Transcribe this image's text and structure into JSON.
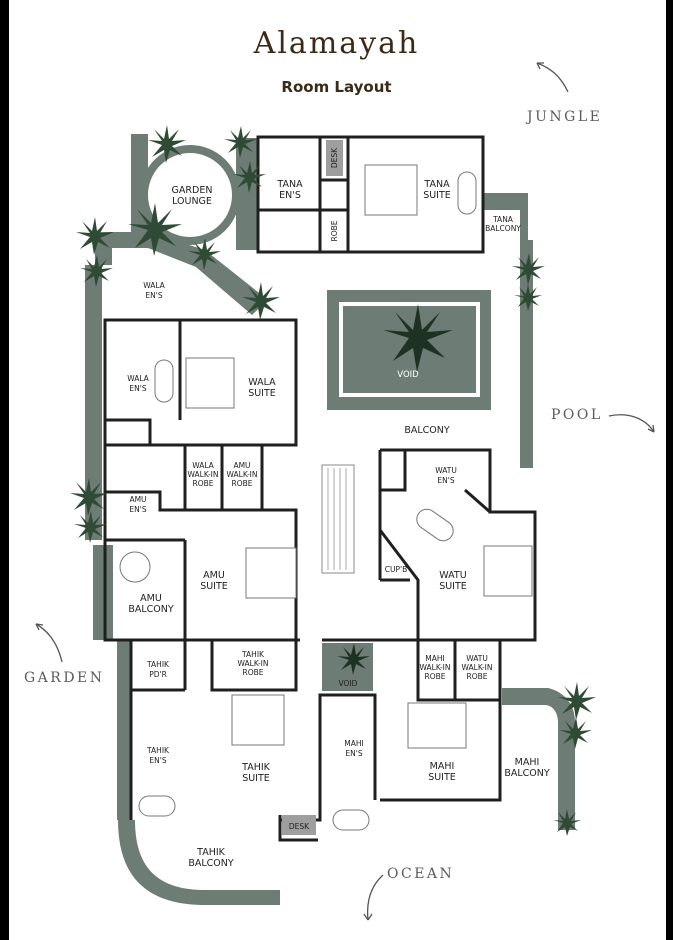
{
  "header": {
    "title": "Alamayah",
    "subtitle": "Room Layout"
  },
  "directions": {
    "jungle": "JUNGLE",
    "pool": "POOL",
    "garden": "GARDEN",
    "ocean": "OCEAN"
  },
  "rooms": {
    "garden_lounge": [
      "GARDEN",
      "LOUNGE"
    ],
    "tana_ens": [
      "TANA",
      "EN'S"
    ],
    "desk_tana": "DESK",
    "robe_tana": "ROBE",
    "tana_suite": [
      "TANA",
      "SUITE"
    ],
    "tana_balcony": [
      "TANA",
      "BALCONY"
    ],
    "wala_ens_top": [
      "WALA",
      "EN'S"
    ],
    "void_top": "VOID",
    "wala_ens": [
      "WALA",
      "EN'S"
    ],
    "wala_suite": [
      "WALA",
      "SUITE"
    ],
    "balcony": "BALCONY",
    "wala_walkin": [
      "WALA",
      "WALK-IN",
      "ROBE"
    ],
    "amu_walkin": [
      "AMU",
      "WALK-IN",
      "ROBE"
    ],
    "amu_ens": [
      "AMU",
      "EN'S"
    ],
    "watu_ens": [
      "WATU",
      "EN'S"
    ],
    "amu_suite": [
      "AMU",
      "SUITE"
    ],
    "amu_balcony": [
      "AMU",
      "BALCONY"
    ],
    "cupb": "CUP'B",
    "watu_suite": [
      "WATU",
      "SUITE"
    ],
    "tahik_pdr": [
      "TAHIK",
      "PD'R"
    ],
    "tahik_walkin": [
      "TAHIK",
      "WALK-IN",
      "ROBE"
    ],
    "void_small": "VOID",
    "mahi_walkin": [
      "MAHI",
      "WALK-IN",
      "ROBE"
    ],
    "watu_walkin": [
      "WATU",
      "WALK-IN",
      "ROBE"
    ],
    "tahik_ens": [
      "TAHIK",
      "EN'S"
    ],
    "tahik_suite": [
      "TAHIK",
      "SUITE"
    ],
    "mahi_ens": [
      "MAHI",
      "EN'S"
    ],
    "mahi_suite": [
      "MAHI",
      "SUITE"
    ],
    "mahi_balcony": [
      "MAHI",
      "BALCONY"
    ],
    "desk_tahik": "DESK",
    "tahik_balcony": [
      "TAHIK",
      "BALCONY"
    ]
  },
  "colors": {
    "terrace": "#6d7c74",
    "wall": "#1f1f1f",
    "title": "#3b2a17",
    "plant": "#2f4a35"
  }
}
